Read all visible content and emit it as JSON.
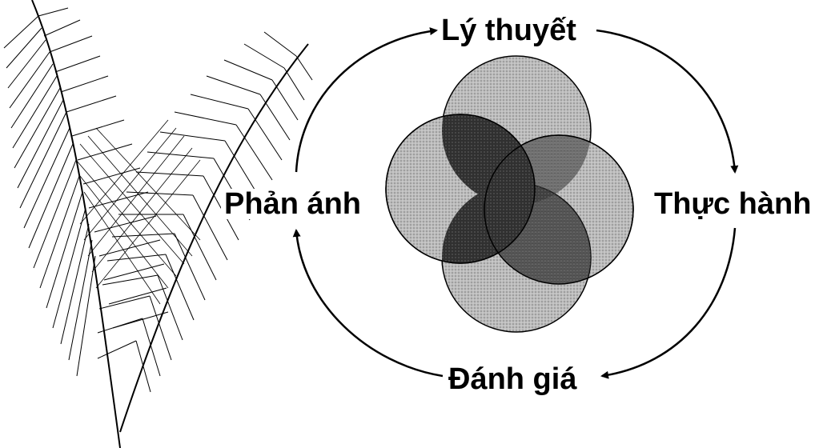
{
  "diagram": {
    "labels": {
      "top": "Lý thuyết",
      "right": "Thực hành",
      "bottom": "Đánh giá",
      "left": "Phản ánh"
    }
  },
  "style": {
    "ink": "#000000",
    "circle_light": "#b8b8b8",
    "circle_mid": "#8a8a8a",
    "overlap_dark": "#2a2a2a"
  },
  "icons": {
    "feather": "feather-illustration",
    "cycle_arrows": "arrow-icon"
  }
}
